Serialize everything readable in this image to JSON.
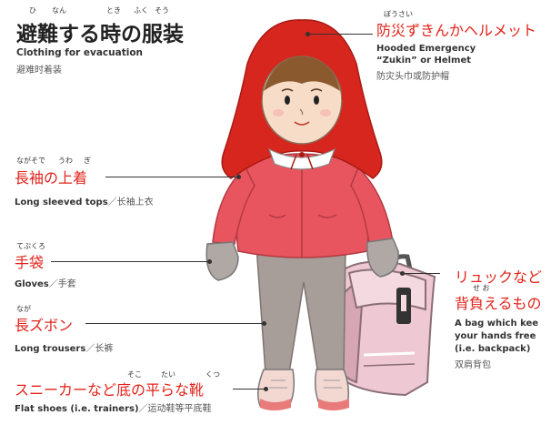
{
  "title": {
    "ruby": [
      "ひ",
      "なん",
      "とき",
      "ふく",
      "そう"
    ],
    "text": "避難する時の服装",
    "en": "Clothing for evacuation",
    "cn": "避难时着装"
  },
  "hood": {
    "ruby": "ぼうさい",
    "jp": "防災ずきんかヘルメット",
    "en_line1": "Hooded Emergency",
    "en_line2": "“Zukin” or Helmet",
    "cn": "防灾头巾或防护帽"
  },
  "tops": {
    "ruby": [
      "ながそで",
      "うわ",
      "ぎ"
    ],
    "jp": "長袖の上着",
    "en": "Long sleeved tops",
    "sep": "／",
    "cn": "长袖上衣"
  },
  "gloves": {
    "ruby": "てぶくろ",
    "jp": "手袋",
    "en": "Gloves",
    "sep": "／",
    "cn": "手套"
  },
  "trousers": {
    "ruby": "なが",
    "jp": "長ズボン",
    "en": "Long trousers",
    "sep": "／",
    "cn": "长裤"
  },
  "shoes": {
    "ruby": [
      "そこ",
      "たい",
      "くつ"
    ],
    "jp": "スニーカーなど底の平らな靴",
    "en": "Flat shoes (i.e. trainers)",
    "sep": "／",
    "cn": "运动鞋等平底鞋"
  },
  "bag": {
    "jp_line1": "リュックなど",
    "ruby": "せ お",
    "jp_line2": "背負えるもの",
    "en_line1": "A bag which kee",
    "en_line2": "your hands free",
    "en_line3": "(i.e. backpack)",
    "cn": "双肩背包"
  },
  "colors": {
    "accent_red": "#e2231a",
    "hood_red": "#d7261e",
    "jacket_pink": "#e8555f",
    "trousers_gray": "#a79e99",
    "bag_pink": "#eec8d2"
  }
}
